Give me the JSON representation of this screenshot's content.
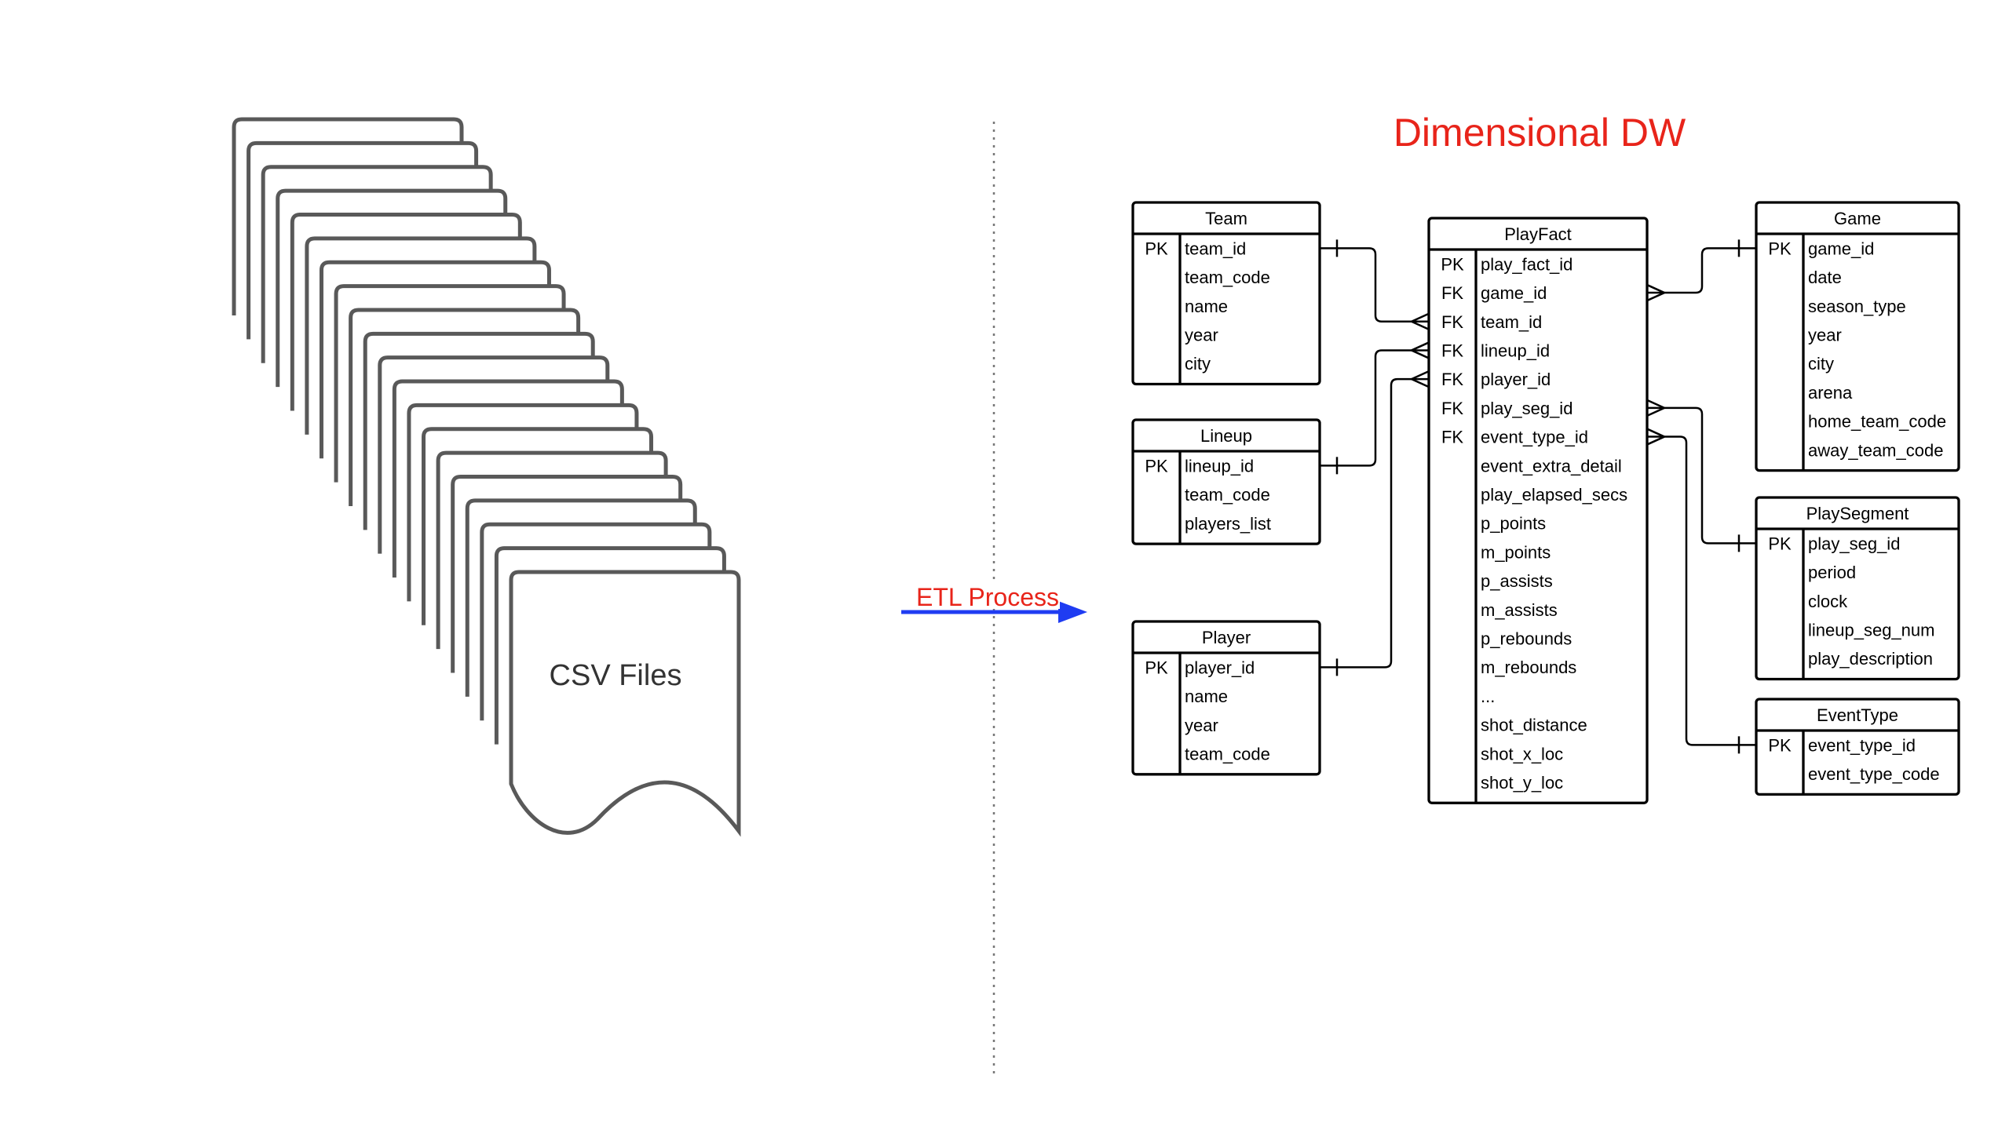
{
  "csv_stack": {
    "label": "CSV Files",
    "stroke_color": "#595959"
  },
  "etl": {
    "label": "ETL Process",
    "label_color": "#e8241a",
    "arrow_color": "#1f3cf2"
  },
  "dw": {
    "title": "Dimensional DW",
    "title_color": "#e8241a"
  },
  "tables": {
    "team": {
      "title": "Team",
      "rows": [
        {
          "key": "PK",
          "field": "team_id"
        },
        {
          "key": "",
          "field": "team_code"
        },
        {
          "key": "",
          "field": "name"
        },
        {
          "key": "",
          "field": "year"
        },
        {
          "key": "",
          "field": "city"
        }
      ]
    },
    "lineup": {
      "title": "Lineup",
      "rows": [
        {
          "key": "PK",
          "field": "lineup_id"
        },
        {
          "key": "",
          "field": "team_code"
        },
        {
          "key": "",
          "field": "players_list"
        }
      ]
    },
    "player": {
      "title": "Player",
      "rows": [
        {
          "key": "PK",
          "field": "player_id"
        },
        {
          "key": "",
          "field": "name"
        },
        {
          "key": "",
          "field": "year"
        },
        {
          "key": "",
          "field": "team_code"
        }
      ]
    },
    "playfact": {
      "title": "PlayFact",
      "rows": [
        {
          "key": "PK",
          "field": "play_fact_id"
        },
        {
          "key": "FK",
          "field": "game_id"
        },
        {
          "key": "FK",
          "field": "team_id"
        },
        {
          "key": "FK",
          "field": "lineup_id"
        },
        {
          "key": "FK",
          "field": "player_id"
        },
        {
          "key": "FK",
          "field": "play_seg_id"
        },
        {
          "key": "FK",
          "field": "event_type_id"
        },
        {
          "key": "",
          "field": "event_extra_detail"
        },
        {
          "key": "",
          "field": "play_elapsed_secs"
        },
        {
          "key": "",
          "field": "p_points"
        },
        {
          "key": "",
          "field": "m_points"
        },
        {
          "key": "",
          "field": "p_assists"
        },
        {
          "key": "",
          "field": "m_assists"
        },
        {
          "key": "",
          "field": "p_rebounds"
        },
        {
          "key": "",
          "field": "m_rebounds"
        },
        {
          "key": "",
          "field": "..."
        },
        {
          "key": "",
          "field": "shot_distance"
        },
        {
          "key": "",
          "field": "shot_x_loc"
        },
        {
          "key": "",
          "field": "shot_y_loc"
        }
      ]
    },
    "game": {
      "title": "Game",
      "rows": [
        {
          "key": "PK",
          "field": "game_id"
        },
        {
          "key": "",
          "field": "date"
        },
        {
          "key": "",
          "field": "season_type"
        },
        {
          "key": "",
          "field": "year"
        },
        {
          "key": "",
          "field": "city"
        },
        {
          "key": "",
          "field": "arena"
        },
        {
          "key": "",
          "field": "home_team_code"
        },
        {
          "key": "",
          "field": "away_team_code"
        }
      ]
    },
    "playsegment": {
      "title": "PlaySegment",
      "rows": [
        {
          "key": "PK",
          "field": "play_seg_id"
        },
        {
          "key": "",
          "field": "period"
        },
        {
          "key": "",
          "field": "clock"
        },
        {
          "key": "",
          "field": "lineup_seg_num"
        },
        {
          "key": "",
          "field": "play_description"
        }
      ]
    },
    "eventtype": {
      "title": "EventType",
      "rows": [
        {
          "key": "PK",
          "field": "event_type_id"
        },
        {
          "key": "",
          "field": "event_type_code"
        }
      ]
    }
  }
}
